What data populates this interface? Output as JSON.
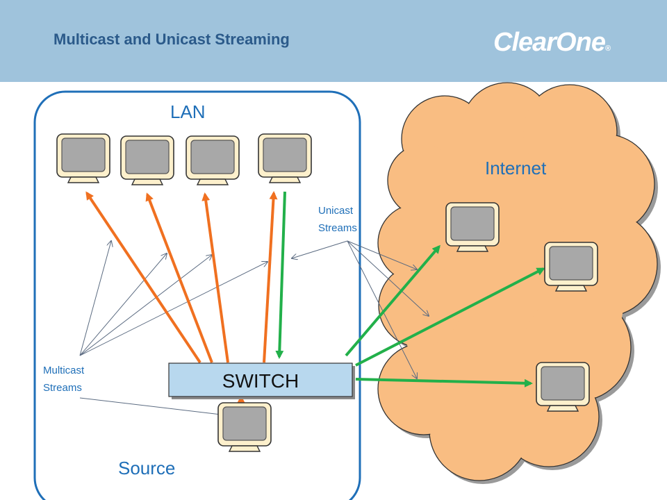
{
  "header": {
    "title": "Multicast and Unicast Streaming",
    "logo_text": "ClearOne",
    "logo_mark": "®"
  },
  "labels": {
    "lan": "LAN",
    "internet": "Internet",
    "source": "Source",
    "switch": "SWITCH",
    "unicast_line1": "Unicast",
    "unicast_line2": "Streams",
    "multicast_line1": "Multicast",
    "multicast_line2": "Streams"
  },
  "colors": {
    "header_bg": "#9fc3dc",
    "title": "#2b5a8a",
    "lan_border": "#1f6fb8",
    "cloud": "#f9bd82",
    "multicast_arrow": "#f07020",
    "unicast_arrow": "#22b04a",
    "switch": "#b8d8ee"
  }
}
